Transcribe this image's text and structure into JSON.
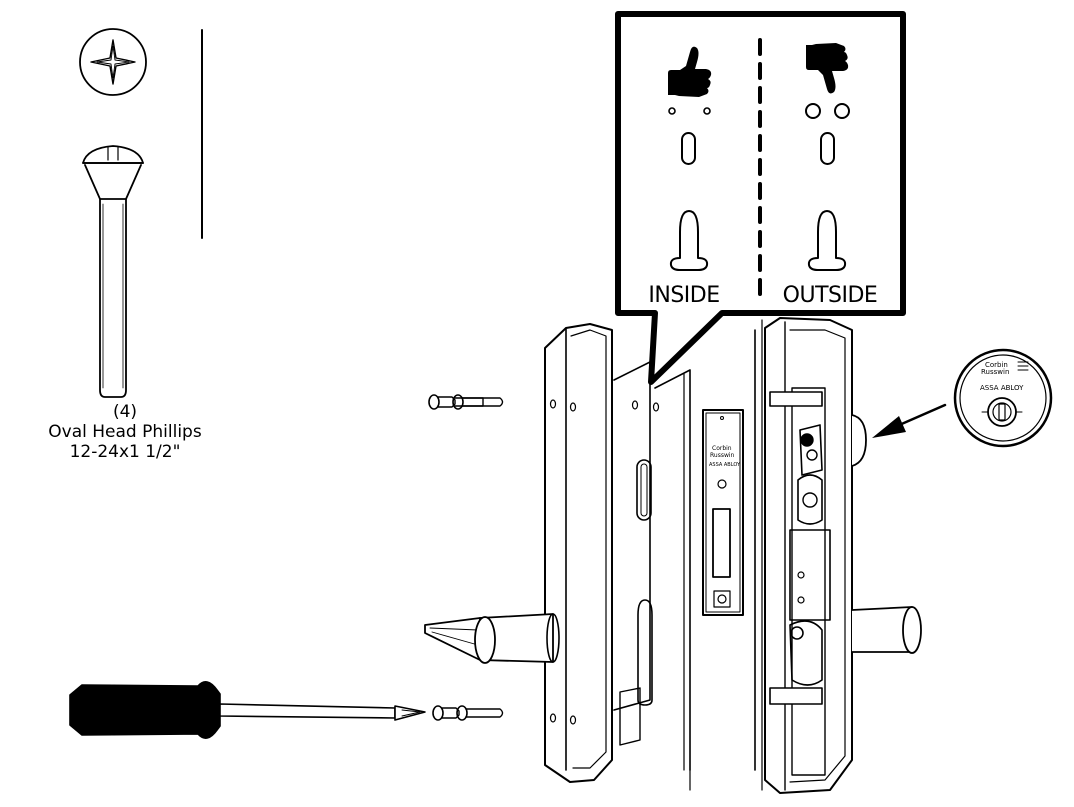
{
  "callout": {
    "inside_label": "INSIDE",
    "outside_label": "OUTSIDE",
    "inside_icon": "thumbs-up-icon",
    "outside_icon": "thumbs-down-icon"
  },
  "screw_spec": {
    "quantity": "(4)",
    "name": "Oval Head Phillips",
    "size": "12-24x1 1/2\""
  },
  "colors": {
    "line": "#000000",
    "background": "#ffffff"
  }
}
